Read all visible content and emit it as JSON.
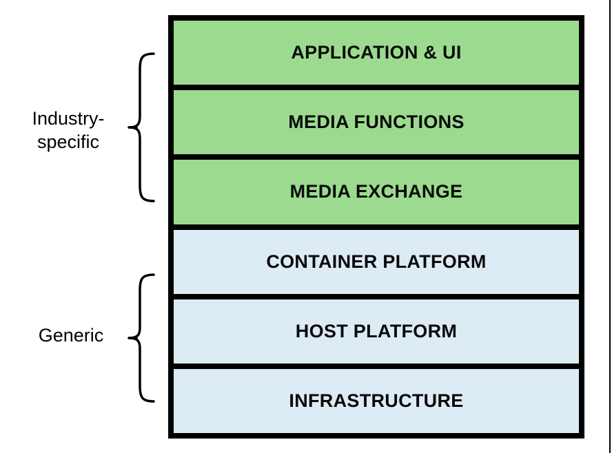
{
  "colors": {
    "industry_fill": "#9cdb8f",
    "generic_fill": "#dcebf4",
    "stroke": "#000000"
  },
  "stack": {
    "layers": [
      {
        "label": "APPLICATION & UI",
        "group": "industry-specific"
      },
      {
        "label": "MEDIA FUNCTIONS",
        "group": "industry-specific"
      },
      {
        "label": "MEDIA EXCHANGE",
        "group": "industry-specific"
      },
      {
        "label": "CONTAINER PLATFORM",
        "group": "generic"
      },
      {
        "label": "HOST PLATFORM",
        "group": "generic"
      },
      {
        "label": "INFRASTRUCTURE",
        "group": "generic"
      }
    ]
  },
  "side_labels": {
    "industry": {
      "line1": "Industry-",
      "line2": "specific"
    },
    "generic": {
      "label": "Generic"
    }
  }
}
